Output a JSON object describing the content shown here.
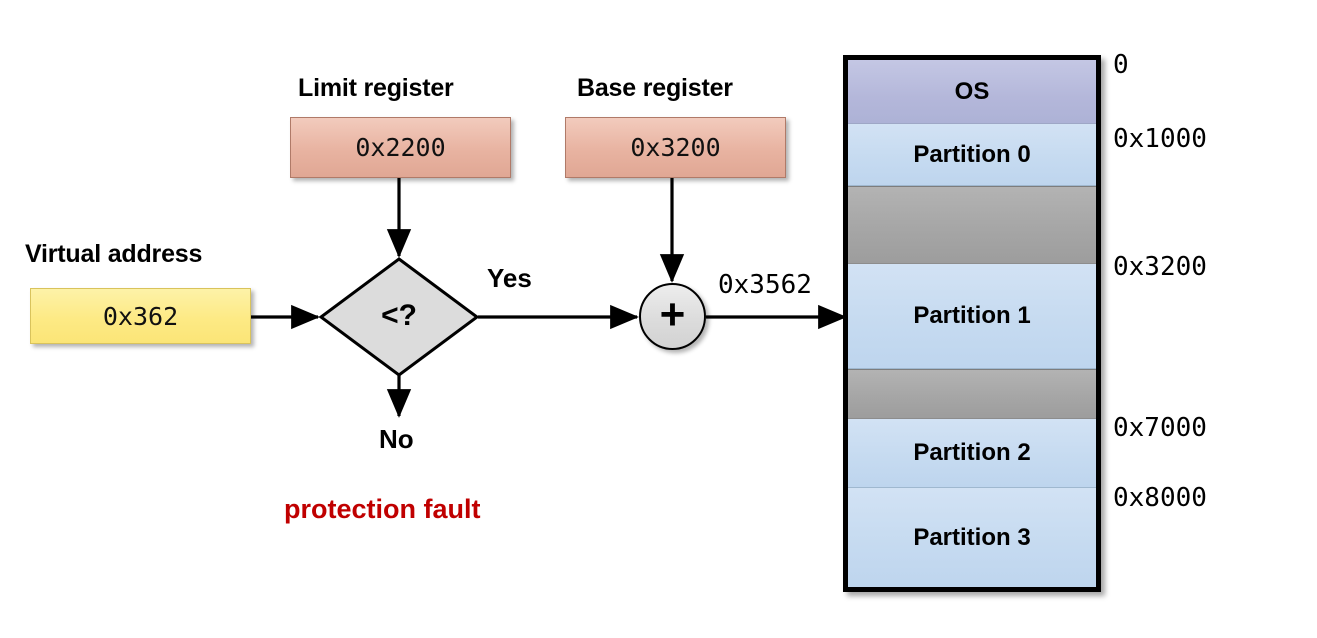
{
  "diagram": {
    "title": "base-and-limit address translation",
    "accent_fault_color": "#C00000"
  },
  "virtual_address": {
    "label": "Virtual address",
    "value": "0x362"
  },
  "limit_register": {
    "label": "Limit register",
    "value": "0x2200"
  },
  "base_register": {
    "label": "Base register",
    "value": "0x3200"
  },
  "compare": {
    "symbol": "<?",
    "yes_label": "Yes",
    "no_label": "No",
    "fault_label": "protection fault"
  },
  "adder": {
    "symbol": "+",
    "result": "0x3562"
  },
  "memory": {
    "bands": [
      {
        "name": "os",
        "label": "OS",
        "kind": "os"
      },
      {
        "name": "partition-0",
        "label": "Partition 0",
        "kind": "partition"
      },
      {
        "name": "gap-1",
        "label": "",
        "kind": "gap"
      },
      {
        "name": "partition-1",
        "label": "Partition 1",
        "kind": "partition"
      },
      {
        "name": "gap-2",
        "label": "",
        "kind": "gap"
      },
      {
        "name": "partition-2",
        "label": "Partition 2",
        "kind": "partition"
      },
      {
        "name": "partition-3",
        "label": "Partition 3",
        "kind": "partition"
      }
    ],
    "addresses": [
      {
        "name": "addr-0",
        "text": "0"
      },
      {
        "name": "addr-0x1000",
        "text": "0x1000"
      },
      {
        "name": "addr-0x3200",
        "text": "0x3200"
      },
      {
        "name": "addr-0x7000",
        "text": "0x7000"
      },
      {
        "name": "addr-0x8000",
        "text": "0x8000"
      }
    ]
  }
}
